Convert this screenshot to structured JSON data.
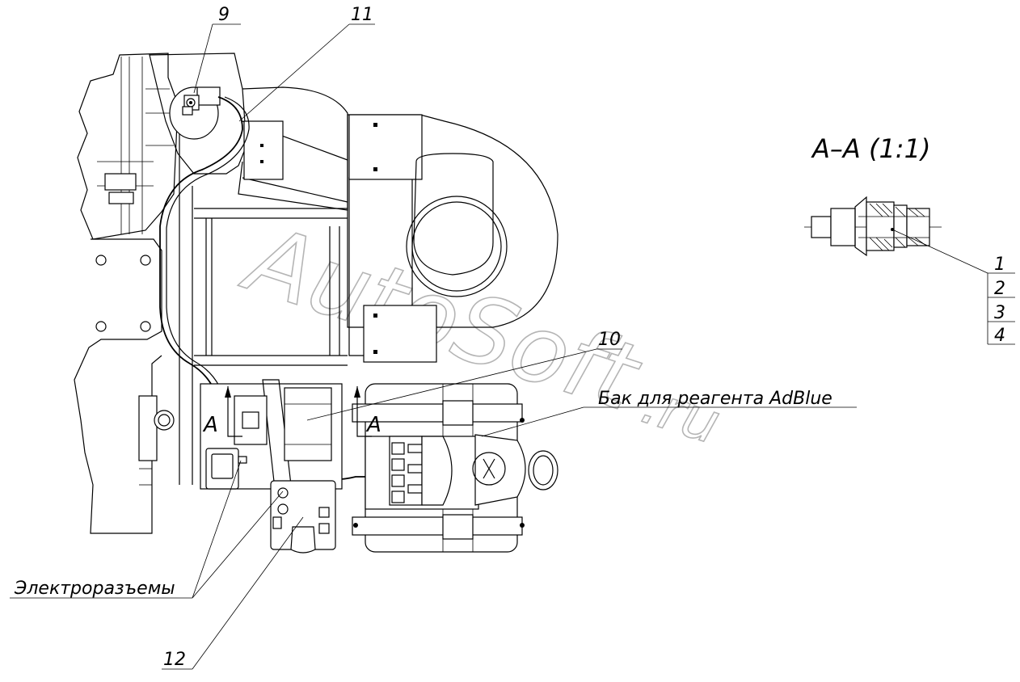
{
  "labels": {
    "callout_9": "9",
    "callout_11": "11",
    "callout_10": "10",
    "callout_12": "12",
    "section_title": "А–А (1:1)",
    "section_marker_left": "А",
    "section_marker_right": "А",
    "tank_label": "Бак для реагента AdBlue",
    "connectors_label": "Электроразъемы",
    "stack_1": "1",
    "stack_2": "2",
    "stack_3": "3",
    "stack_4": "4"
  },
  "watermark": {
    "text_main": "AutoSoft",
    "text_domain": ".ru"
  }
}
